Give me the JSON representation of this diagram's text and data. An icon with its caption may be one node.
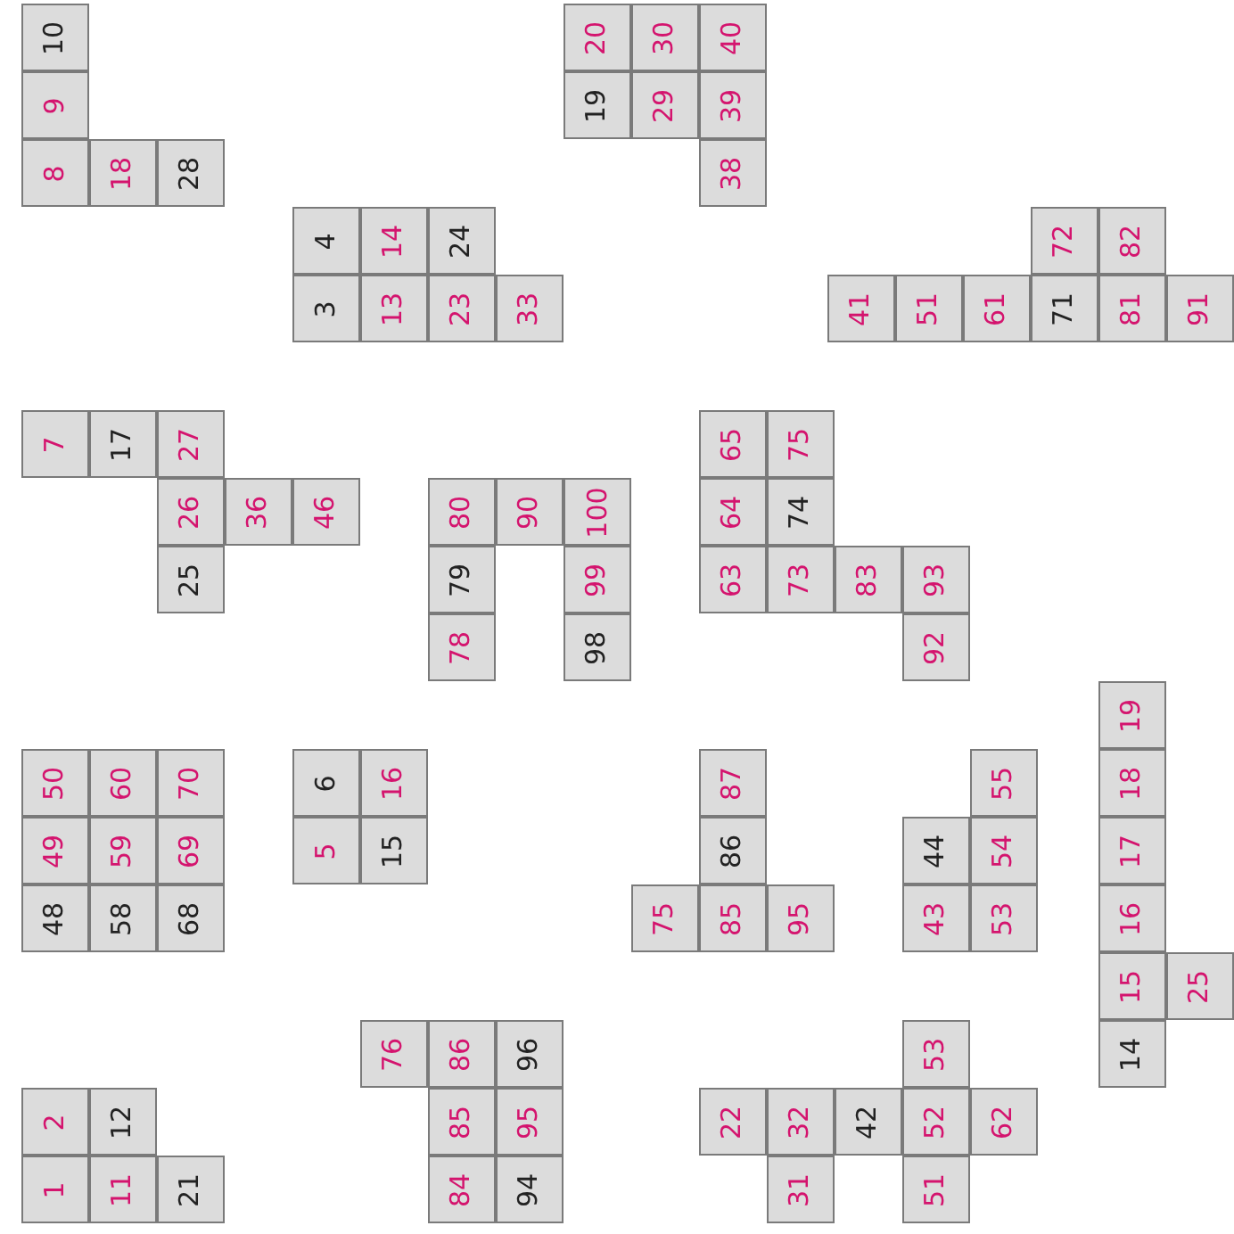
{
  "diagram": {
    "nodes": [
      {
        "text": [
          "10"
        ]
      },
      {
        "text": [
          "9"
        ]
      },
      {
        "text": [
          "8"
        ]
      },
      {
        "text": [
          "18"
        ]
      },
      {
        "text": [
          "28"
        ]
      },
      {
        "text": [
          "20"
        ]
      },
      {
        "text": [
          "30"
        ]
      },
      {
        "text": [
          "40"
        ]
      },
      {
        "text": [
          "19"
        ]
      },
      {
        "text": [
          "29"
        ]
      },
      {
        "text": [
          "39"
        ]
      },
      {
        "text": [
          "38"
        ]
      },
      {
        "text": [
          "4"
        ]
      },
      {
        "text": [
          "14"
        ]
      },
      {
        "text": [
          "24"
        ]
      },
      {
        "text": [
          "3"
        ]
      },
      {
        "text": [
          "13"
        ]
      },
      {
        "text": [
          "23"
        ]
      },
      {
        "text": [
          "33"
        ]
      },
      {
        "text": [
          "72"
        ]
      },
      {
        "text": [
          "82"
        ]
      },
      {
        "text": [
          "41"
        ]
      },
      {
        "text": [
          "51"
        ]
      },
      {
        "text": [
          "61"
        ]
      },
      {
        "text": [
          "71"
        ]
      },
      {
        "text": [
          "81"
        ]
      },
      {
        "text": [
          "91"
        ]
      },
      {
        "text": [
          "7"
        ]
      },
      {
        "text": [
          "17"
        ]
      },
      {
        "text": [
          "27"
        ]
      },
      {
        "text": [
          "26"
        ]
      },
      {
        "text": [
          "36"
        ]
      },
      {
        "text": [
          "46"
        ]
      },
      {
        "text": [
          "25"
        ]
      },
      {
        "text": [
          "65"
        ]
      },
      {
        "text": [
          "75"
        ]
      },
      {
        "text": [
          "80"
        ]
      },
      {
        "text": [
          "90"
        ]
      },
      {
        "text": [
          "100"
        ]
      },
      {
        "text": [
          "64"
        ]
      },
      {
        "text": [
          "74"
        ]
      },
      {
        "text": [
          "79"
        ]
      },
      {
        "text": [
          "99"
        ]
      },
      {
        "text": [
          "63"
        ]
      },
      {
        "text": [
          "73"
        ]
      },
      {
        "text": [
          "83"
        ]
      },
      {
        "text": [
          "93"
        ]
      },
      {
        "text": [
          "78"
        ]
      },
      {
        "text": [
          "98"
        ]
      },
      {
        "text": [
          "92"
        ]
      },
      {
        "text": [
          "19"
        ]
      },
      {
        "text": [
          "50"
        ]
      },
      {
        "text": [
          "60"
        ]
      },
      {
        "text": [
          "70"
        ]
      },
      {
        "text": [
          "6"
        ]
      },
      {
        "text": [
          "16"
        ]
      },
      {
        "text": [
          "87"
        ]
      },
      {
        "text": [
          "55"
        ]
      },
      {
        "text": [
          "18"
        ]
      },
      {
        "text": [
          "49"
        ]
      },
      {
        "text": [
          "59"
        ]
      },
      {
        "text": [
          "69"
        ]
      },
      {
        "text": [
          "5"
        ]
      },
      {
        "text": [
          "15"
        ]
      },
      {
        "text": [
          "86"
        ]
      },
      {
        "text": [
          "44"
        ]
      },
      {
        "text": [
          "54"
        ]
      },
      {
        "text": [
          "17"
        ]
      },
      {
        "text": [
          "48"
        ]
      },
      {
        "text": [
          "58"
        ]
      },
      {
        "text": [
          "68"
        ]
      },
      {
        "text": [
          "75"
        ]
      },
      {
        "text": [
          "85"
        ]
      },
      {
        "text": [
          "95"
        ]
      },
      {
        "text": [
          "43"
        ]
      },
      {
        "text": [
          "53"
        ]
      },
      {
        "text": [
          "16"
        ]
      },
      {
        "text": [
          "15"
        ]
      },
      {
        "text": [
          "25"
        ]
      },
      {
        "text": [
          "76"
        ]
      },
      {
        "text": [
          "86"
        ]
      },
      {
        "text": [
          "96"
        ]
      },
      {
        "text": [
          "53"
        ]
      },
      {
        "text": [
          "14"
        ]
      },
      {
        "text": [
          "2"
        ]
      },
      {
        "text": [
          "12"
        ]
      },
      {
        "text": [
          "85"
        ]
      },
      {
        "text": [
          "95"
        ]
      },
      {
        "text": [
          "22"
        ]
      },
      {
        "text": [
          "32"
        ]
      },
      {
        "text": [
          "42"
        ]
      },
      {
        "text": [
          "52"
        ]
      },
      {
        "text": [
          "62"
        ]
      },
      {
        "text": [
          "1"
        ]
      },
      {
        "text": [
          "11"
        ]
      },
      {
        "text": [
          "21"
        ]
      },
      {
        "text": [
          "84"
        ]
      },
      {
        "text": [
          "94"
        ]
      },
      {
        "text": [
          "31"
        ]
      },
      {
        "text": [
          "51"
        ]
      }
    ]
  }
}
